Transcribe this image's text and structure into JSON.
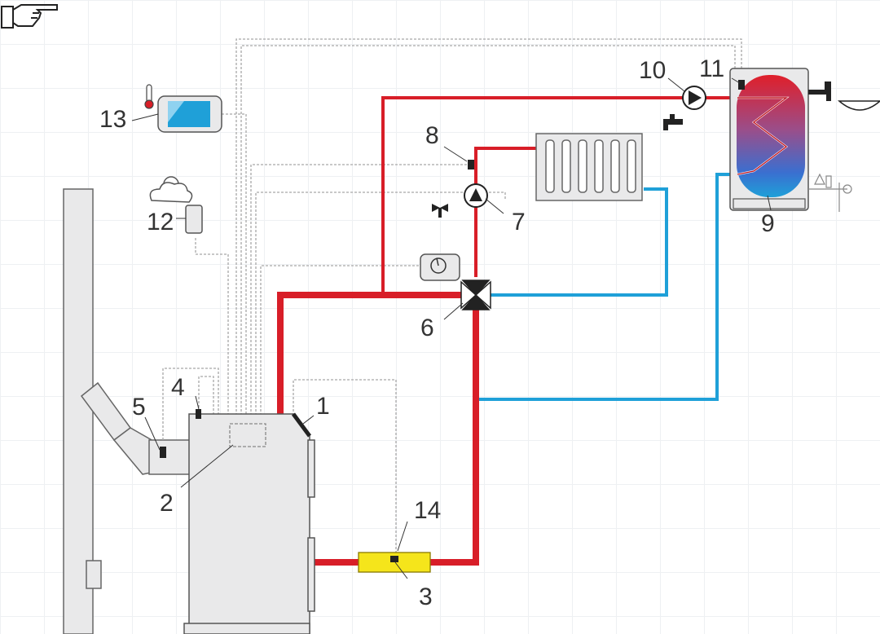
{
  "colors": {
    "supply": "#d81e28",
    "return": "#1fa0d8",
    "signal": "#a7a7a7",
    "equipment_fill": "#e9e9ea",
    "equipment_stroke": "#555555",
    "sensor_fill": "#f5e51b"
  },
  "icons": {
    "pointer": "pointing-hand-icon",
    "thermostat": "thermometer-icon",
    "weather": "cloud-sun-icon",
    "tap": "water-tap-icon"
  },
  "labels": {
    "boiler": "1",
    "controller": "2",
    "return_sensor": "3",
    "boiler_sensor": "4",
    "flue_sensor": "5",
    "mixing_valve": "6",
    "heating_pump": "7",
    "heating_sensor": "8",
    "dhw_tank": "9",
    "dhw_pump": "10",
    "dhw_sensor": "11",
    "outdoor_sensor": "12",
    "room_panel": "13",
    "return_unit": "14"
  }
}
